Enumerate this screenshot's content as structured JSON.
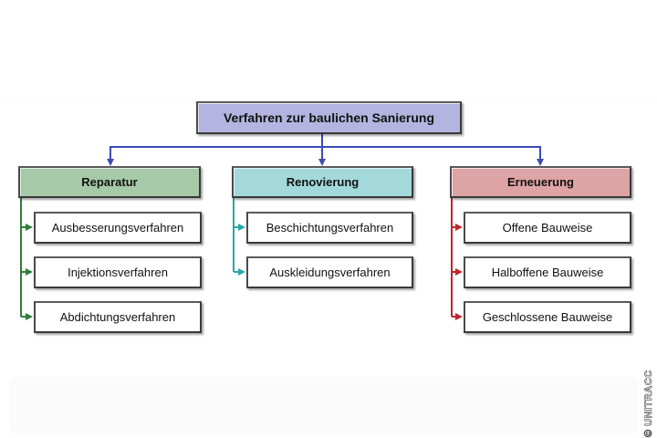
{
  "diagram": {
    "root": {
      "label": "Verfahren zur baulichen Sanierung",
      "color": "#b3b5e0"
    },
    "connector_color": "#3b4bb5",
    "categories": [
      {
        "label": "Reparatur",
        "color": "#a6c9a8",
        "line_color": "#2e7d3a",
        "children": [
          "Ausbesserungsverfahren",
          "Injektionsverfahren",
          "Abdichtungsverfahren"
        ]
      },
      {
        "label": "Renovierung",
        "color": "#a3d9da",
        "line_color": "#27a8a8",
        "children": [
          "Beschichtungsverfahren",
          "Auskleidungsverfahren"
        ]
      },
      {
        "label": "Erneuerung",
        "color": "#dea3a5",
        "line_color": "#c0242b",
        "children": [
          "Offene Bauweise",
          "Halboffene Bauweise",
          "Geschlossene Bauweise"
        ]
      }
    ]
  },
  "copyright": "© UNITRACC"
}
